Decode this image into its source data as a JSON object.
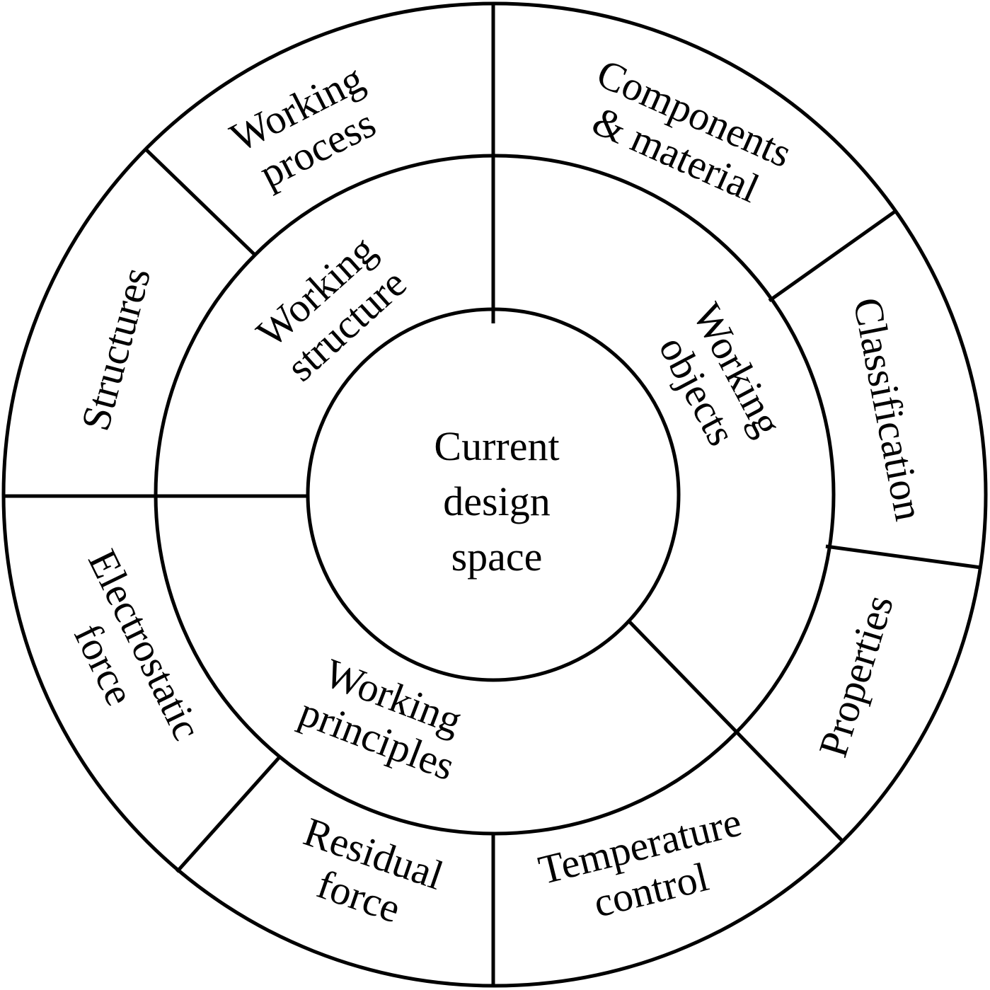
{
  "center": {
    "line1": "Current",
    "line2": "design",
    "line3": "space"
  },
  "middle_ring": {
    "working_structure": {
      "line1": "Working",
      "line2": "structure"
    },
    "working_objects": {
      "line1": "Working",
      "line2": "objects"
    },
    "working_principles": {
      "line1": "Working",
      "line2": "principles"
    }
  },
  "outer_ring": {
    "working_process": {
      "line1": "Working",
      "line2": "process"
    },
    "components_material": {
      "line1": "Components",
      "line2": "& material"
    },
    "classification": {
      "line1": "Classification"
    },
    "properties": {
      "line1": "Properties"
    },
    "temperature_control": {
      "line1": "Temperature",
      "line2": "control"
    },
    "residual_force": {
      "line1": "Residual",
      "line2": "force"
    },
    "electrostatic_force": {
      "line1": "Electrostatic",
      "line2": "force"
    },
    "structures": {
      "line1": "Structures"
    }
  }
}
